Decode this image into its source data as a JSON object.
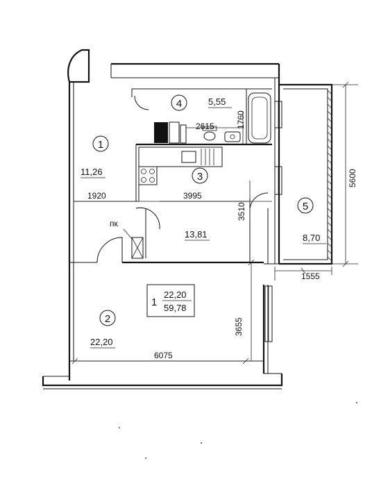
{
  "rooms": [
    {
      "id": "1",
      "area": "11,26"
    },
    {
      "id": "2",
      "area": "22,20"
    },
    {
      "id": "3",
      "area": "13,81"
    },
    {
      "id": "4",
      "area": "5,55"
    },
    {
      "id": "5",
      "area": "8,70"
    }
  ],
  "dimensions": {
    "d1920": "1920",
    "d3995": "3995",
    "d3510": "3510",
    "d2615": "2615",
    "d1760": "1760",
    "d5600": "5600",
    "d1555": "1555",
    "d3655": "3655",
    "d6075": "6075"
  },
  "summary": {
    "rooms_count": "1",
    "living_area": "22,20",
    "total_area": "59,78"
  },
  "marker": "пк"
}
